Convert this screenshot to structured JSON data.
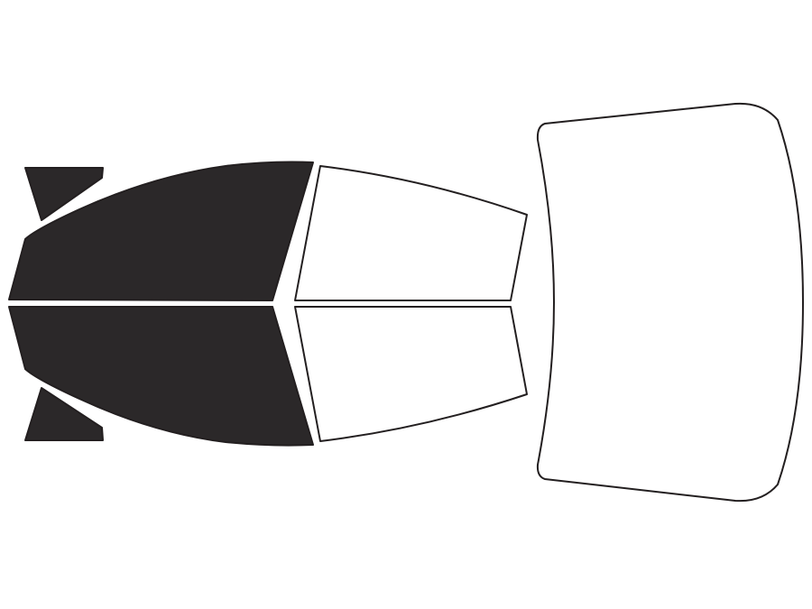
{
  "colors": {
    "background": "#ffffff",
    "tinted_fill": "#2b2829",
    "clear_fill": "#ffffff",
    "outline": "#231f20"
  },
  "windows": [
    {
      "name": "rear-quarter-window-top",
      "tinted": true
    },
    {
      "name": "rear-door-window-top",
      "tinted": true
    },
    {
      "name": "front-door-window-top",
      "tinted": false
    },
    {
      "name": "rear-door-window-bottom",
      "tinted": true
    },
    {
      "name": "front-door-window-bottom",
      "tinted": false
    },
    {
      "name": "rear-quarter-window-bottom",
      "tinted": true
    },
    {
      "name": "rear-windshield",
      "tinted": false
    }
  ]
}
